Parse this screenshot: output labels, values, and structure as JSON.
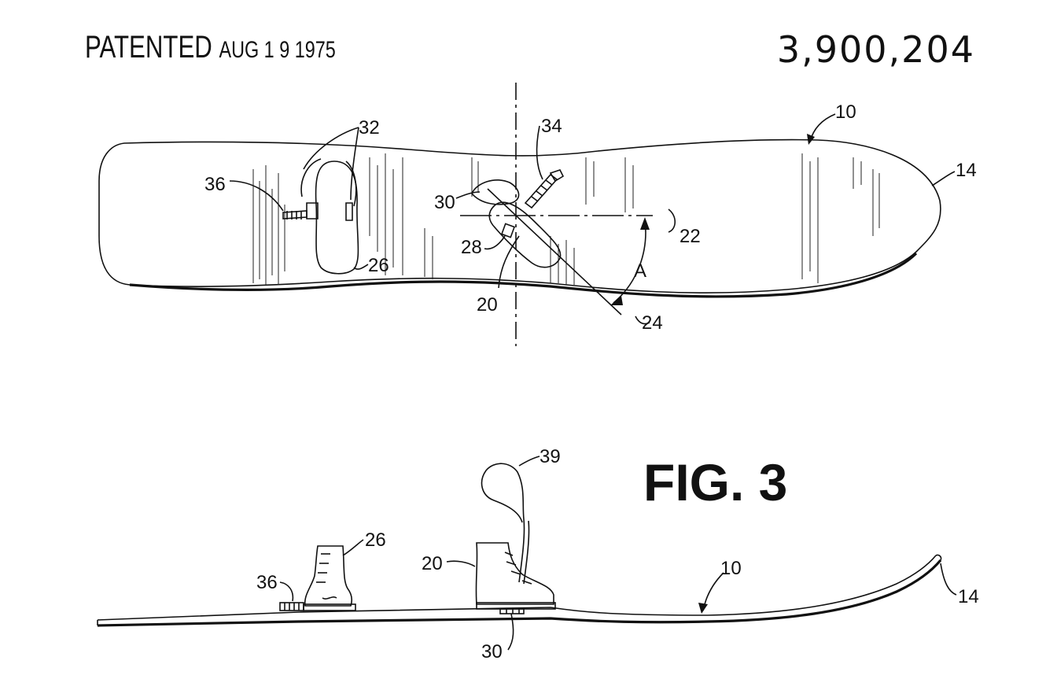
{
  "header": {
    "patented_word": "PATENTED",
    "patented_date": "AUG 1 9 1975",
    "patent_number": "3,900,204"
  },
  "figure": {
    "title": "FIG. 3"
  },
  "top_view": {
    "labels": {
      "board": "10",
      "tip": "14",
      "rear_strap": "32",
      "front_strap": "34",
      "rear_spring": "36",
      "front_hinge": "30",
      "pivot": "28",
      "front_boot": "20",
      "rear_boot": "26",
      "axis_long": "22",
      "axis_angled": "24",
      "angle": "A"
    }
  },
  "side_view": {
    "labels": {
      "leash": "39",
      "rear_boot": "26",
      "front_boot": "20",
      "rear_spring": "36",
      "board": "10",
      "tip": "14",
      "front_hinge": "30"
    }
  }
}
